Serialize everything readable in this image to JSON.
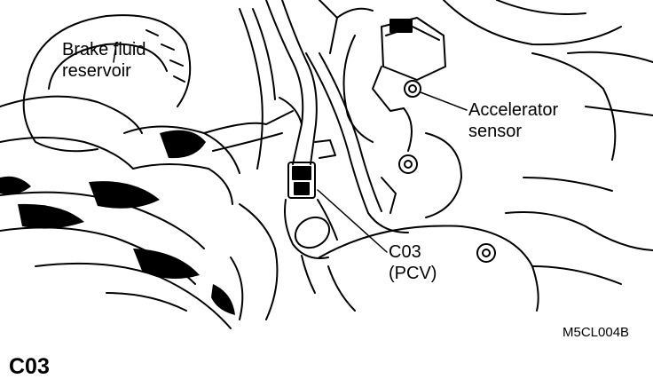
{
  "callouts": {
    "brake_fluid_line1": "Brake fluid",
    "brake_fluid_line2": "reservoir",
    "accelerator_line1": "Accelerator",
    "accelerator_line2": "sensor",
    "c03_line1": "C03",
    "c03_line2": "(PCV)"
  },
  "figure_code": "M5CL004B",
  "section_code": "C03",
  "colors": {
    "ink": "#000000",
    "paper": "#ffffff"
  }
}
